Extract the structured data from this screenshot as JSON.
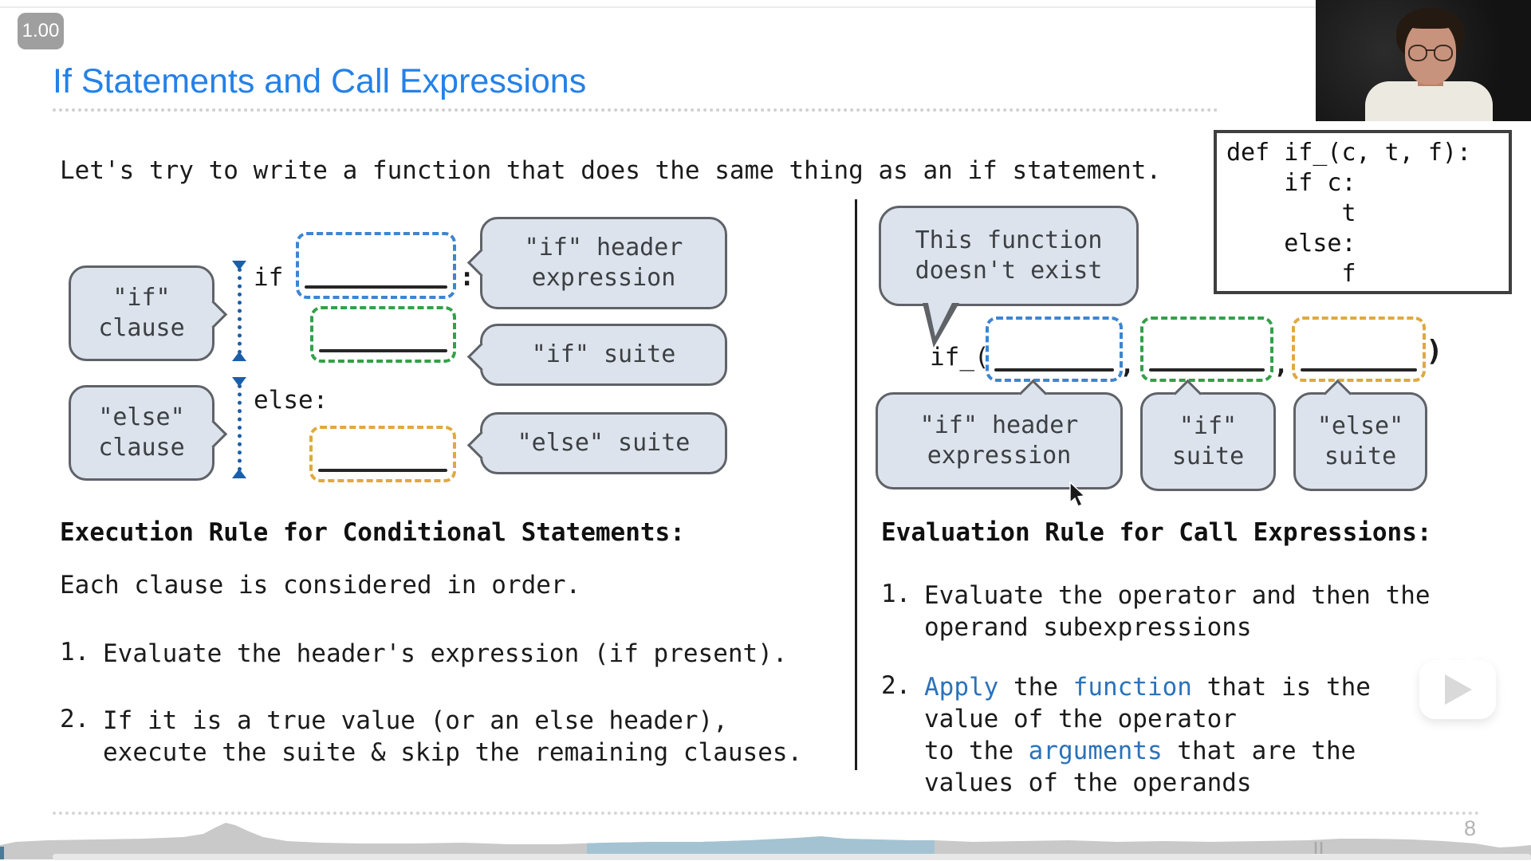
{
  "player": {
    "speed": "1.00",
    "page_number": "8"
  },
  "title": "If Statements and Call Expressions",
  "intro": "Let's try to write a function that does the same thing as an if statement.",
  "code_box": {
    "line1": "def if_(c, t, f):",
    "line2": "    if c:",
    "line3": "        t",
    "line4": "    else:",
    "line5": "        f"
  },
  "left_diagram": {
    "if_clause": {
      "line1": "\"if\"",
      "line2": "clause"
    },
    "else_clause": {
      "line1": "\"else\"",
      "line2": "clause"
    },
    "if_keyword": "if",
    "colon": ":",
    "else_keyword": "else:",
    "if_header_callout": {
      "line1": "\"if\" header",
      "line2": "expression"
    },
    "if_suite_callout": "\"if\" suite",
    "else_suite_callout": "\"else\" suite"
  },
  "right_diagram": {
    "note": {
      "line1": "This function",
      "line2": "doesn't exist"
    },
    "call_prefix": "if_(",
    "comma1": ",",
    "comma2": ",",
    "close_paren": ")",
    "if_header_callout": {
      "line1": "\"if\" header",
      "line2": "expression"
    },
    "if_suite_callout": {
      "line1": "\"if\"",
      "line2": "suite"
    },
    "else_suite_callout": {
      "line1": "\"else\"",
      "line2": "suite"
    }
  },
  "conditional_rules": {
    "heading": "Execution Rule for Conditional Statements:",
    "intro": "Each clause is considered in order.",
    "item1_num": "1.",
    "item1": "Evaluate the header's expression (if present).",
    "item2_num": "2.",
    "item2_line1": "If it is a true value (or an else header),",
    "item2_line2": "execute the suite & skip the remaining clauses."
  },
  "call_rules": {
    "heading": "Evaluation Rule for Call Expressions:",
    "item1_num": "1.",
    "item1_line1": "Evaluate the operator and then the",
    "item1_line2": "operand subexpressions",
    "item2_num": "2.",
    "item2_seg1": "Apply",
    "item2_seg2": " the ",
    "item2_seg3": "function",
    "item2_seg4": " that is the",
    "item2_line2": "value of the operator",
    "item2_line3_seg1": "to the ",
    "item2_line3_seg2": "arguments",
    "item2_line3_seg3": " that are the",
    "item2_line4": "values of the operands"
  },
  "colors": {
    "title_blue": "#2481e8",
    "keyword_blue": "#2b72ba",
    "dashed_blue": "#3d85d1",
    "dashed_green": "#34a04a",
    "dashed_orange": "#dfa93f",
    "bracket_blue": "#1b5fa8",
    "callout_fill": "#dde3ed",
    "callout_border": "#5f6368",
    "waveform_gray": "#c9c9c9",
    "waveform_played_blue": "#a4c3d2"
  }
}
